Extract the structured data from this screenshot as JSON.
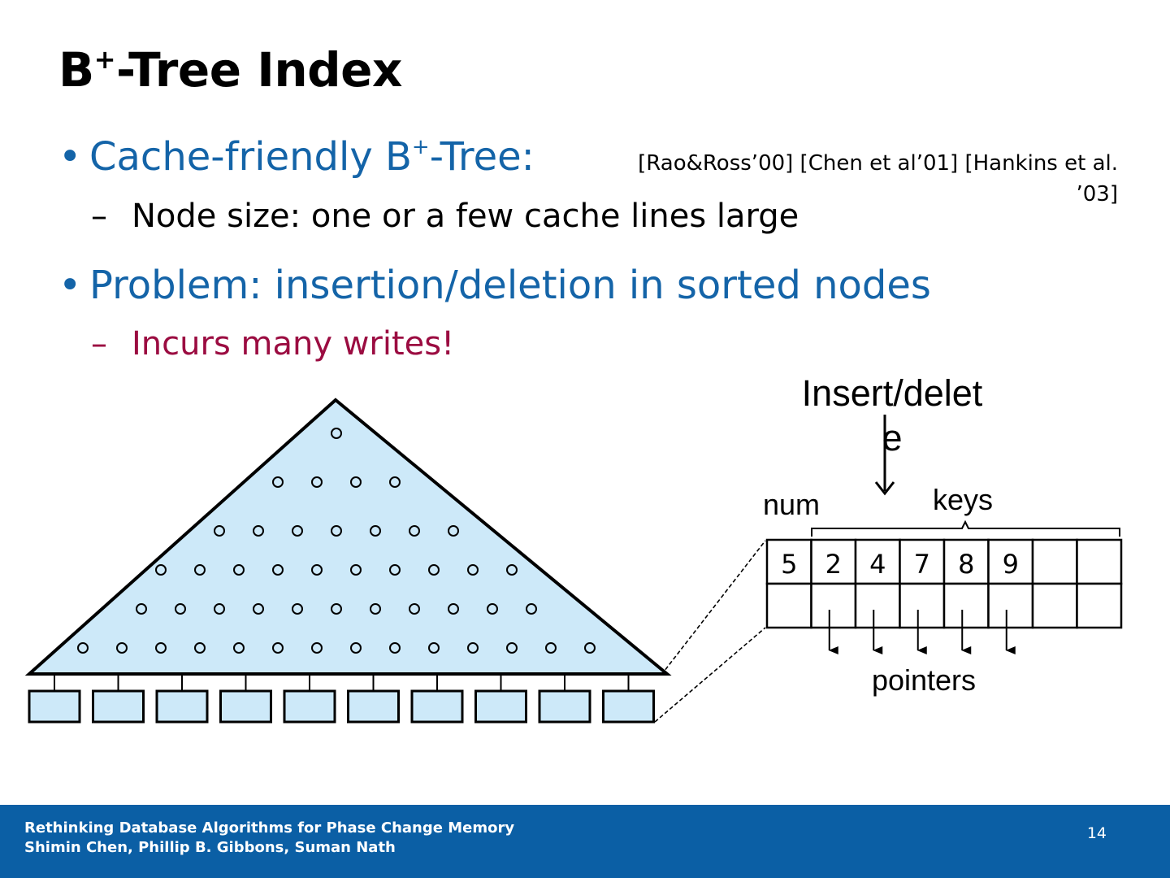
{
  "slide": {
    "title_main": "B",
    "title_sup": "+",
    "title_rest": "-Tree Index",
    "bullets": [
      {
        "prefix": "Cache-friendly B",
        "sup": "+",
        "suffix": "-Tree:"
      },
      {
        "text": "Problem: insertion/deletion in sorted nodes"
      }
    ],
    "subbullets": [
      {
        "dash": "–",
        "text": "Node size: one or a few cache lines large"
      },
      {
        "dash": "–",
        "text": "Incurs many writes!"
      }
    ],
    "citation_line1": "[Rao&Ross’00] [Chen et al’01] [Hankins et al.",
    "citation_line2": "’03]",
    "colors": {
      "blue": "#1464a8",
      "red": "#9b0c41",
      "footer": "#0b5fa5",
      "tree_fill": "#cde9f9"
    }
  },
  "diagram": {
    "insert_label_1": "Insert/delet",
    "insert_label_2": "e",
    "num_label": "num",
    "keys_label": "keys",
    "pointers_label": "pointers",
    "num_value": "5",
    "keys": [
      "2",
      "4",
      "7",
      "8",
      "9",
      "",
      ""
    ],
    "dot_rows": [
      1,
      4,
      7,
      10,
      11,
      14
    ],
    "leaf_count": 10
  },
  "footer": {
    "line1": "Rethinking Database Algorithms for Phase Change Memory",
    "line2": "Shimin Chen, Phillip B. Gibbons, Suman Nath",
    "page": "14"
  }
}
